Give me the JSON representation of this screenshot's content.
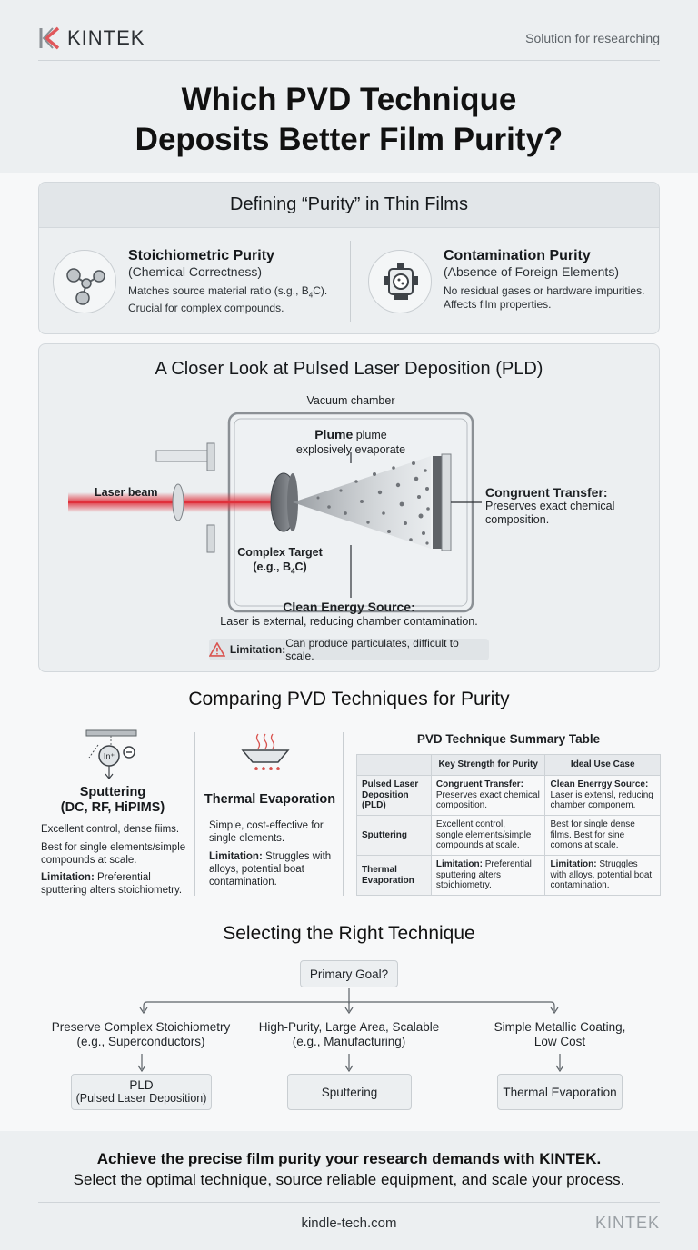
{
  "header": {
    "logo_text": "KINTEK",
    "tagline": "Solution for researching",
    "title_line1": "Which PVD Technique",
    "title_line2": "Deposits Better Film Purity?"
  },
  "purity": {
    "heading": "Defining “Purity” in Thin Films",
    "stoich": {
      "title": "Stoichiometric Purity",
      "subtitle": "(Chemical Correctness)",
      "desc1_pre": "Matches source material ratio (s.g., B",
      "desc1_sub": "4",
      "desc1_post": "C).",
      "desc2": "Crucial for complex compounds.",
      "icon": "molecule-icon"
    },
    "contam": {
      "title": "Contamination Purity",
      "subtitle": "(Absence of Foreign Elements)",
      "desc1": "No residual gases or hardware impurities.",
      "desc2": "Affects film properties.",
      "icon": "vacuum-chamber-icon"
    }
  },
  "pld": {
    "heading": "A Closer Look at Pulsed Laser Deposition (PLD)",
    "chamber_label": "Vacuum chamber",
    "plume_bold": "Plume",
    "plume_rest": " plume",
    "plume_line2": "explosively evaporate",
    "laser_label": "Laser beam",
    "target_line1": "Complex Target",
    "target_line2_pre": "(e.g., B",
    "target_line2_sub": "4",
    "target_line2_post": "C)",
    "congruent_title": "Congruent Transfer:",
    "congruent_line1": "Preserves exact chemical",
    "congruent_line2": "composition.",
    "clean_title": "Clean Energy Source:",
    "clean_desc": "Laser is external, reducing chamber contamination.",
    "limitation_label": "Limitation:",
    "limitation_text": " Can produce particulates, difficult to scale."
  },
  "compare": {
    "heading": "Comparing PVD Techniques for Purity",
    "sputtering": {
      "title_line1": "Sputtering",
      "title_line2": "(DC, RF, HiPIMS)",
      "ion_label": "In⁺",
      "text1": "Excellent control, dense fiims.",
      "text2a": "Best for single elements/simple",
      "text2b": "compounds at scale.",
      "limit_label": "Limitation:",
      "limit_rest": " Preferential",
      "limit_line2": "sputtering alters stoichiometry."
    },
    "thermal": {
      "title": "Thermal Evaporation",
      "text1a": "Simple, cost-effective for",
      "text1b": "single elements.",
      "limit_label": "Limitation:",
      "limit_rest": " Struggles with",
      "limit_line2": "alloys, potential boat",
      "limit_line3": "contamination."
    },
    "table": {
      "title": "PVD Technique Summary Table",
      "headers": [
        "",
        "Key Strength for Purity",
        "Ideal Use Case"
      ],
      "rows": [
        {
          "name": [
            "Pulsed Laser",
            "Deposition",
            "(PLD)"
          ],
          "strength_bold": "Congruent Transfer:",
          "strength": [
            "Preserves exact chemical",
            "composition."
          ],
          "use_bold": "Clean Enerrgy Source:",
          "use": [
            "Laser is extensl, reducing",
            "chamber componem."
          ]
        },
        {
          "name": [
            "Sputtering"
          ],
          "strength_bold": "",
          "strength": [
            "Excellent control,",
            "songle elements/simple",
            "compounds at scale."
          ],
          "use_bold": "",
          "use": [
            "Best for single dense",
            "films. Best for sine",
            "comons at scale."
          ]
        },
        {
          "name": [
            "Thermal",
            "Evaporation"
          ],
          "strength_bold": "Limitation:",
          "strength_bold_rest": " Preferential",
          "strength": [
            "sputtering alters",
            "stoichiometry."
          ],
          "use_bold": "Limitation:",
          "use_bold_rest": " Struggles",
          "use": [
            "with alloys, potential boat",
            "contamination."
          ]
        }
      ]
    }
  },
  "select": {
    "heading": "Selecting the Right Technique",
    "root": "Primary Goal?",
    "branches": [
      {
        "label1": "Preserve Complex Stoichiometry",
        "label2": "(e.g., Superconductors)",
        "result1": "PLD",
        "result2": "(Pulsed Laser Deposition)"
      },
      {
        "label1": "High-Purity, Large Area, Scalable",
        "label2": "(e.g., Manufacturing)",
        "result1": "Sputtering",
        "result2": ""
      },
      {
        "label1": "Simple Metallic Coating,",
        "label2": "Low Cost",
        "result1": "Thermal Evaporation",
        "result2": ""
      }
    ]
  },
  "footer": {
    "cta_line1": "Achieve the precise film purity your research demands with KINTEK.",
    "cta_line2": "Select the optimal technique, source reliable equipment, and scale your process.",
    "site": "kindle-tech.com",
    "logo_text": "KINTEK"
  },
  "colors": {
    "laser": "#e0303a",
    "accent_red": "#d9534f",
    "panel": "#eceff1"
  }
}
